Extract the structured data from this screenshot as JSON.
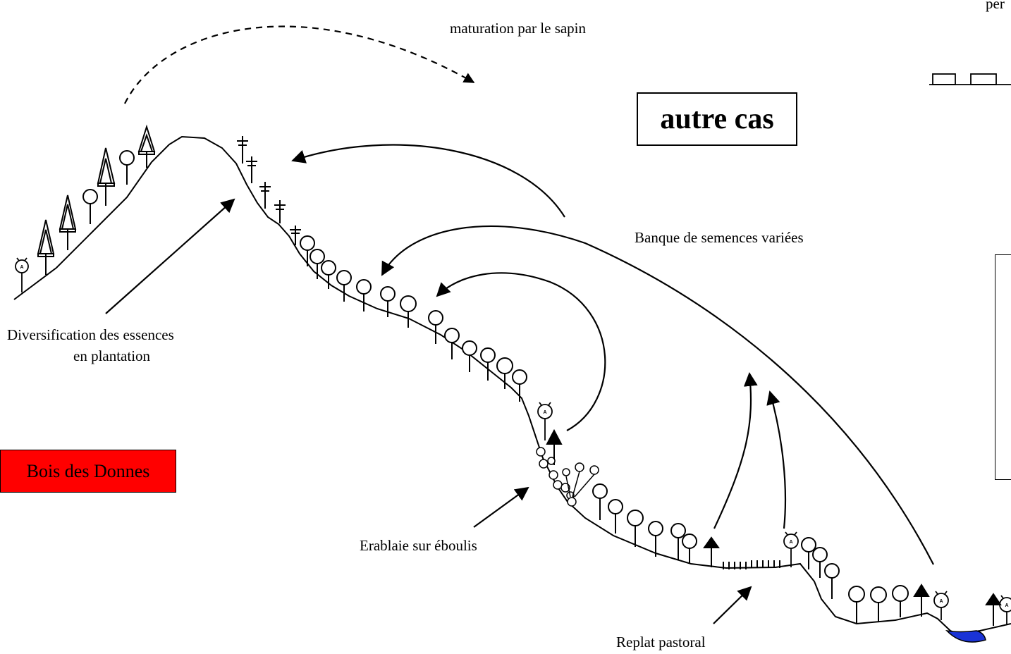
{
  "title_box": "autre cas",
  "site_label": "Bois des Donnes",
  "labels": {
    "top_cut": "per",
    "maturation": "maturation par le sapin",
    "banque": "Banque de semences variées",
    "diversification_l1": "Diversification des essences",
    "diversification_l2": "en plantation",
    "erablaie": "Erablaie sur éboulis",
    "replat": "Replat pastoral"
  },
  "tree_marker": "A",
  "colors": {
    "site_box_fill": "#ff0000",
    "water": "#1a33d6",
    "ink": "#000000"
  }
}
